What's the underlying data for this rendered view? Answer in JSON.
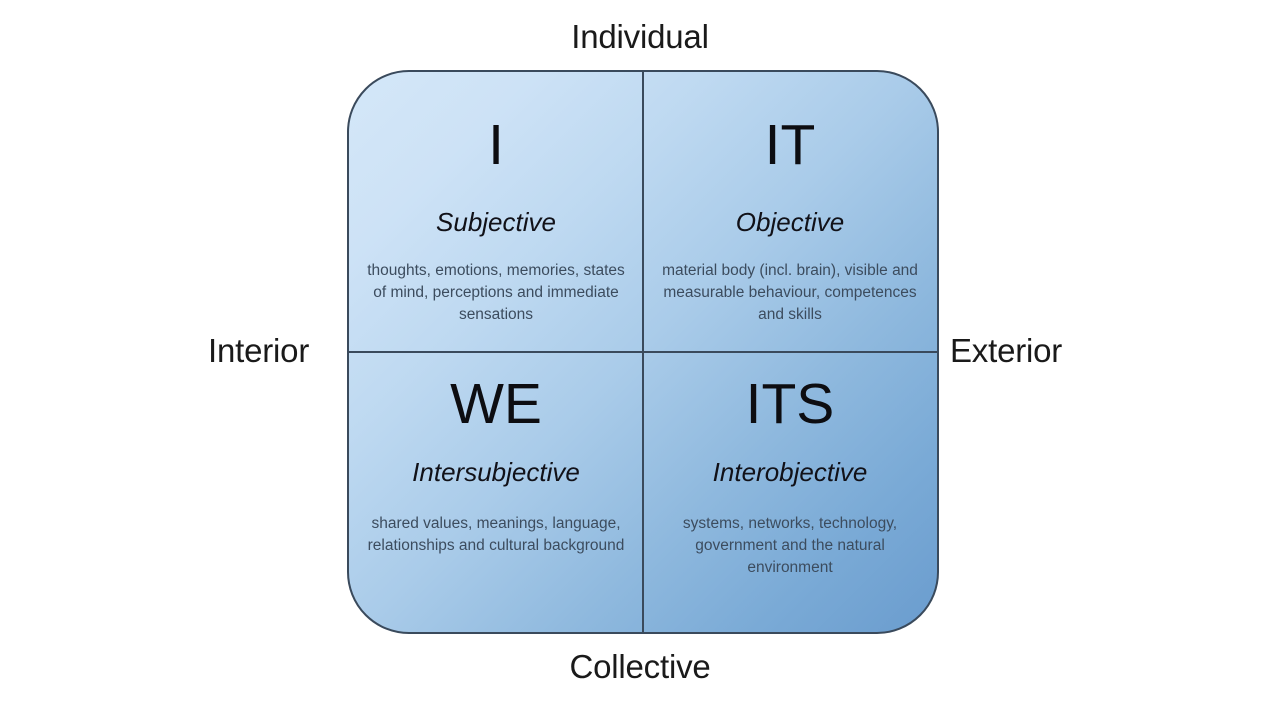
{
  "axes": {
    "top_label": "Individual",
    "bottom_label": "Collective",
    "left_label": "Interior",
    "right_label": "Exterior"
  },
  "colors": {
    "gradient_start": "#d4e7f8",
    "gradient_end": "#6a9cce",
    "border": "#3a4a5c",
    "letter_text": "#0d0d11",
    "subtitle_text": "#111118",
    "description_text": "#3c4c5e",
    "axis_label_text": "#1a1a1a",
    "page_background": "#ffffff"
  },
  "quadrants": [
    {
      "position": "top-left",
      "letter": "I",
      "subtitle": "Subjective",
      "description": "thoughts, emotions, memories, states of mind, perceptions and immediate sensations"
    },
    {
      "position": "top-right",
      "letter": "IT",
      "subtitle": "Objective",
      "description": "material body (incl. brain), visible and measurable behaviour, competences and skills"
    },
    {
      "position": "bottom-left",
      "letter": "WE",
      "subtitle": "Intersubjective",
      "description": "shared values, meanings, language, relationships and cultural background"
    },
    {
      "position": "bottom-right",
      "letter": "ITS",
      "subtitle": "Interobjective",
      "description": "systems, networks, technology, government and the natural environment"
    }
  ]
}
